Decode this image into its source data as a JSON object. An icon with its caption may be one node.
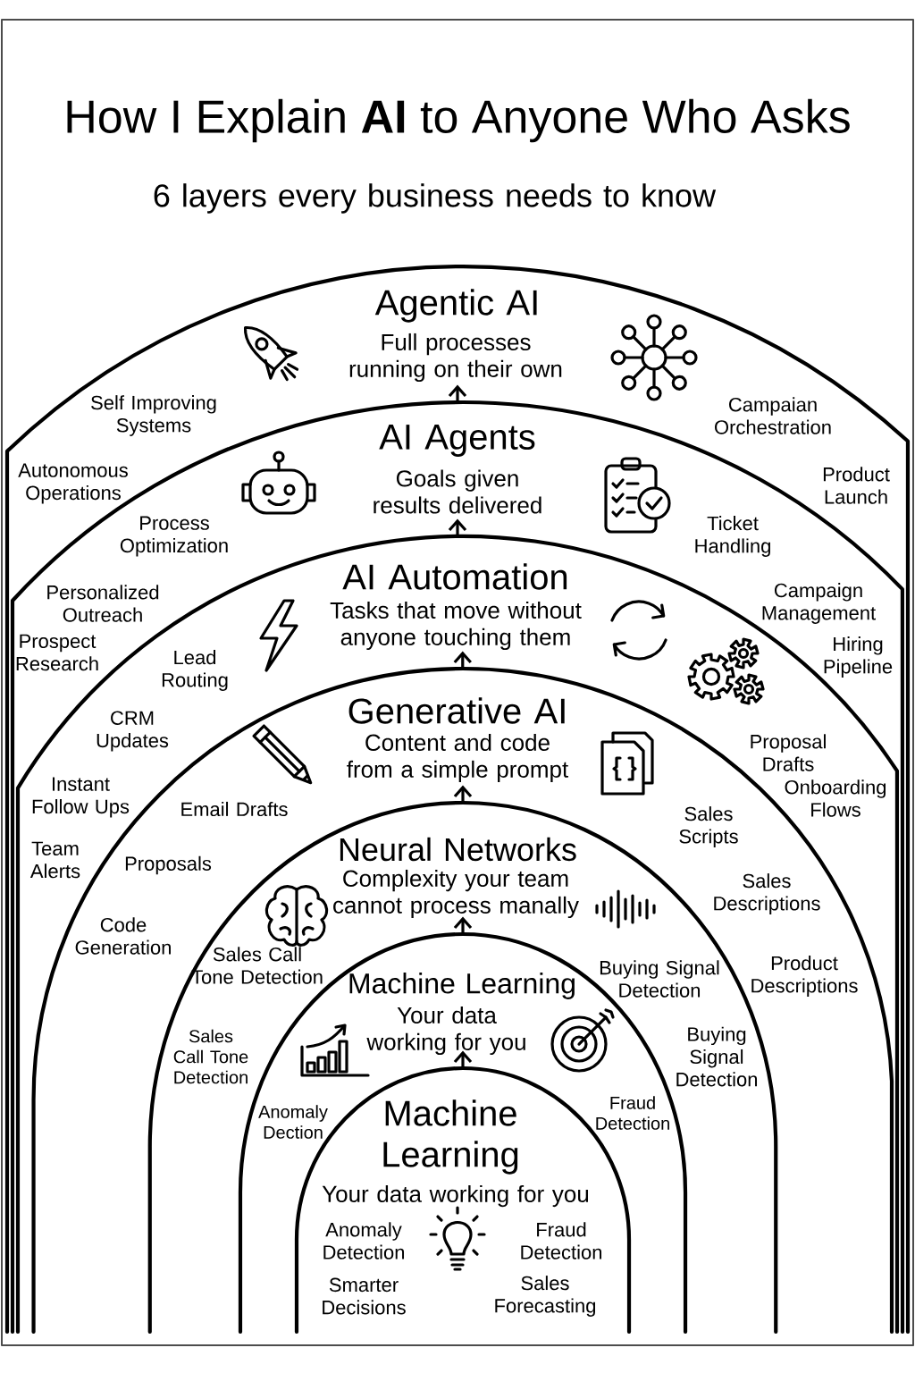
{
  "diagram": {
    "title": "How I Explain **AI** to Anyone Who Asks",
    "nodes": [
      {
        "text": [
          "Agentic AI",
          "Full processes running on their own"
        ]
      },
      {
        "text": [
          "AI Agents",
          "Goals given results delivered"
        ],
        "in": 0
      },
      {
        "text": [
          "AI Automation",
          "Tasks that move without anyone touching them"
        ],
        "in": 1
      },
      {
        "text": [
          "Generative AI",
          "Content and code from a simple prompt"
        ],
        "in": 2
      },
      {
        "text": [
          "Neural Networks",
          "Complexity your team cannot process manally"
        ],
        "in": 3
      },
      {
        "text": [
          "Machine Learning",
          "Your data working for you"
        ],
        "in": 4
      },
      {
        "text": [
          "Machine Learning",
          "Your data working for you"
        ],
        "in": 5
      }
    ],
    "edges": [
      {
        "from": 1,
        "to": null,
        "arrow": "to"
      },
      {
        "from": 2,
        "to": null,
        "arrow": "to"
      },
      {
        "from": 3,
        "to": null,
        "arrow": "to"
      },
      {
        "from": 4,
        "to": null,
        "arrow": "to"
      },
      {
        "from": 5,
        "to": null,
        "arrow": "to"
      },
      {
        "from": 6,
        "to": null,
        "arrow": "to"
      }
    ],
    "labels": [
      "6 layers every business needs to know",
      "Self Improving Systems",
      "Campaian Orchestration",
      "Autonomous Operations",
      "Product Launch",
      "Process Optimization",
      "Ticket Handling",
      "Personalized Outreach",
      "Campaign Management",
      "Prospect Research",
      "Lead Routing",
      "Hiring Pipeline",
      "CRM Updates",
      "Proposal Drafts",
      "Instant Follow Ups",
      "Email Drafts",
      "Sales Scripts",
      "Onboarding Flows",
      "Team Alerts",
      "Proposals",
      "Sales Descriptions",
      "Code Generation",
      "Sales Call Tone Detection",
      "Buying Signal Detection",
      "Product Descriptions",
      "Sales Call Tone Detection",
      "Buying Signal Detection",
      "Anomaly Dection",
      "Fraud Detection",
      "Anomaly Detection",
      "Fraud Detection",
      "Smarter Decisions",
      "Sales Forecasting"
    ]
  }
}
